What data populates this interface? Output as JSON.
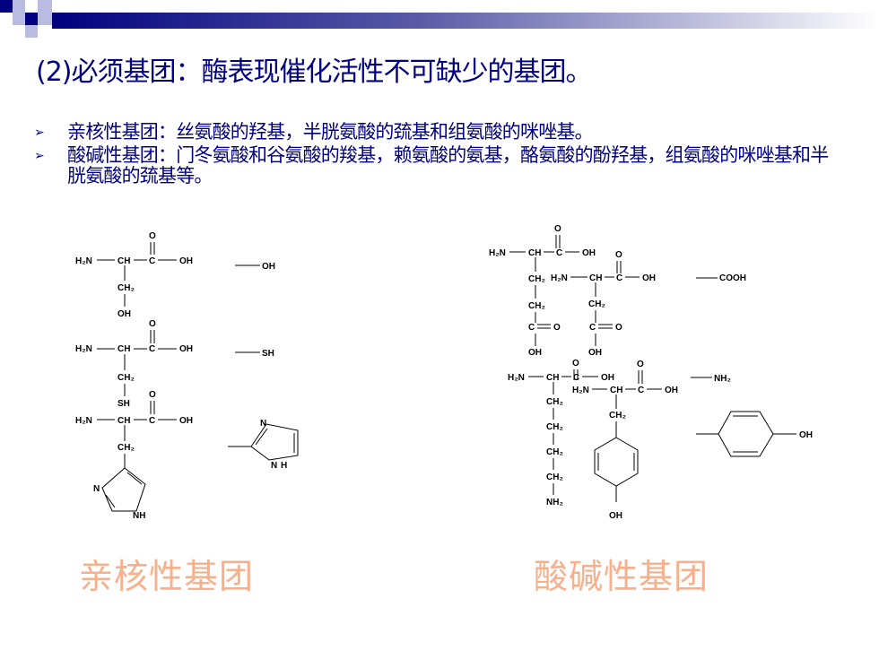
{
  "header": {
    "title": "(2)必须基团：酶表现催化活性不可缺少的基团。"
  },
  "bullets": [
    {
      "text": "亲核性基团：丝氨酸的羟基，半胱氨酸的巯基和组氨酸的咪唑基。"
    },
    {
      "text": "酸碱性基团：门冬氨酸和谷氨酸的羧基，赖氨酸的氨基，酪氨酸的酚羟基，组氨酸的咪唑基和半胱氨酸的巯基等。"
    }
  ],
  "captions": {
    "left": "亲核性基团",
    "right": "酸碱性基团"
  },
  "chem": {
    "h2n": "H₂N",
    "ch": "CH",
    "c": "C",
    "o": "O",
    "oh": "OH",
    "ch2": "CH₂",
    "sh": "SH",
    "n": "N",
    "nh": "NH",
    "h": "H",
    "cooh": "COOH",
    "nh2": "NH₂"
  },
  "colors": {
    "accent": "#000080",
    "caption": "#f6b08c",
    "deco_light": "#b9bbe0"
  }
}
